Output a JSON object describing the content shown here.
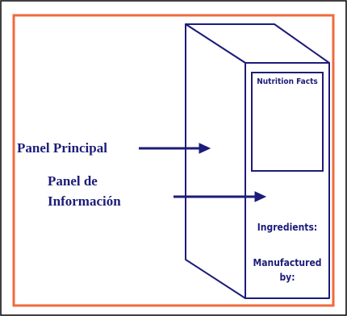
{
  "diagram": {
    "labels": {
      "main_panel": "Panel Principal",
      "info_panel_line1": "Panel de",
      "info_panel_line2": "Información"
    },
    "box": {
      "nutrition_facts": "Nutrition Facts",
      "ingredients": "Ingredients:",
      "manufactured_line1": "Manufactured",
      "manufactured_line2": "by:"
    },
    "colors": {
      "outer_border": "#f06a3c",
      "ink": "#1c1c7a",
      "page_border": "#000000"
    }
  }
}
